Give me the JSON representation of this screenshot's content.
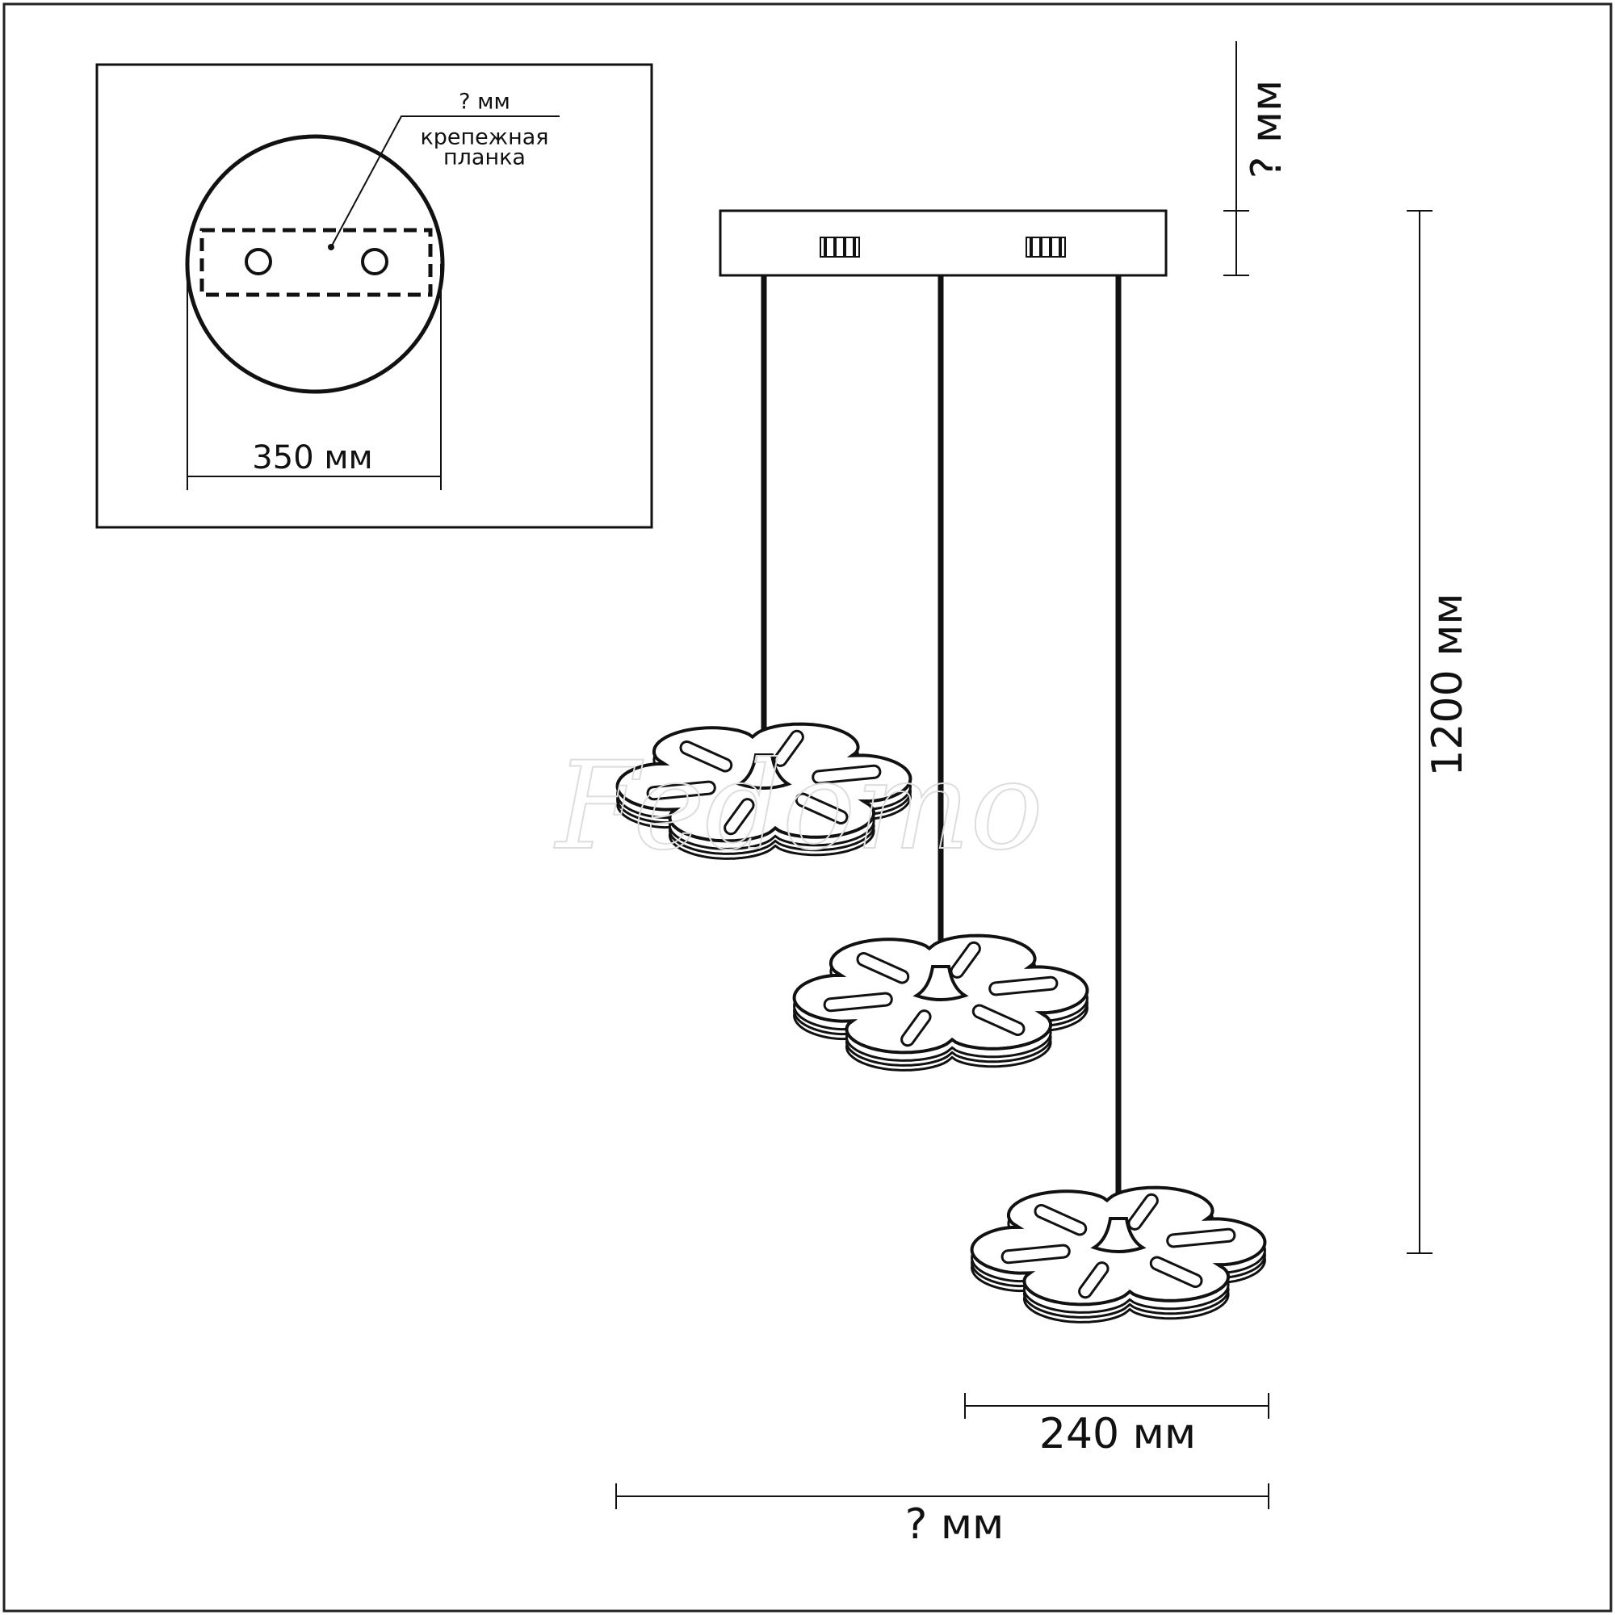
{
  "inset": {
    "mount_dim": "? мм",
    "mount_label_line1": "крепежная",
    "mount_label_line2": "планка",
    "canopy_diameter": "350 мм"
  },
  "dimensions": {
    "canopy_height": "? мм",
    "drop_height": "1200 мм",
    "shade_width": "240 мм",
    "total_width": "? мм"
  },
  "watermark": "Fedomo",
  "colors": {
    "line": "#111111",
    "background": "#ffffff"
  }
}
